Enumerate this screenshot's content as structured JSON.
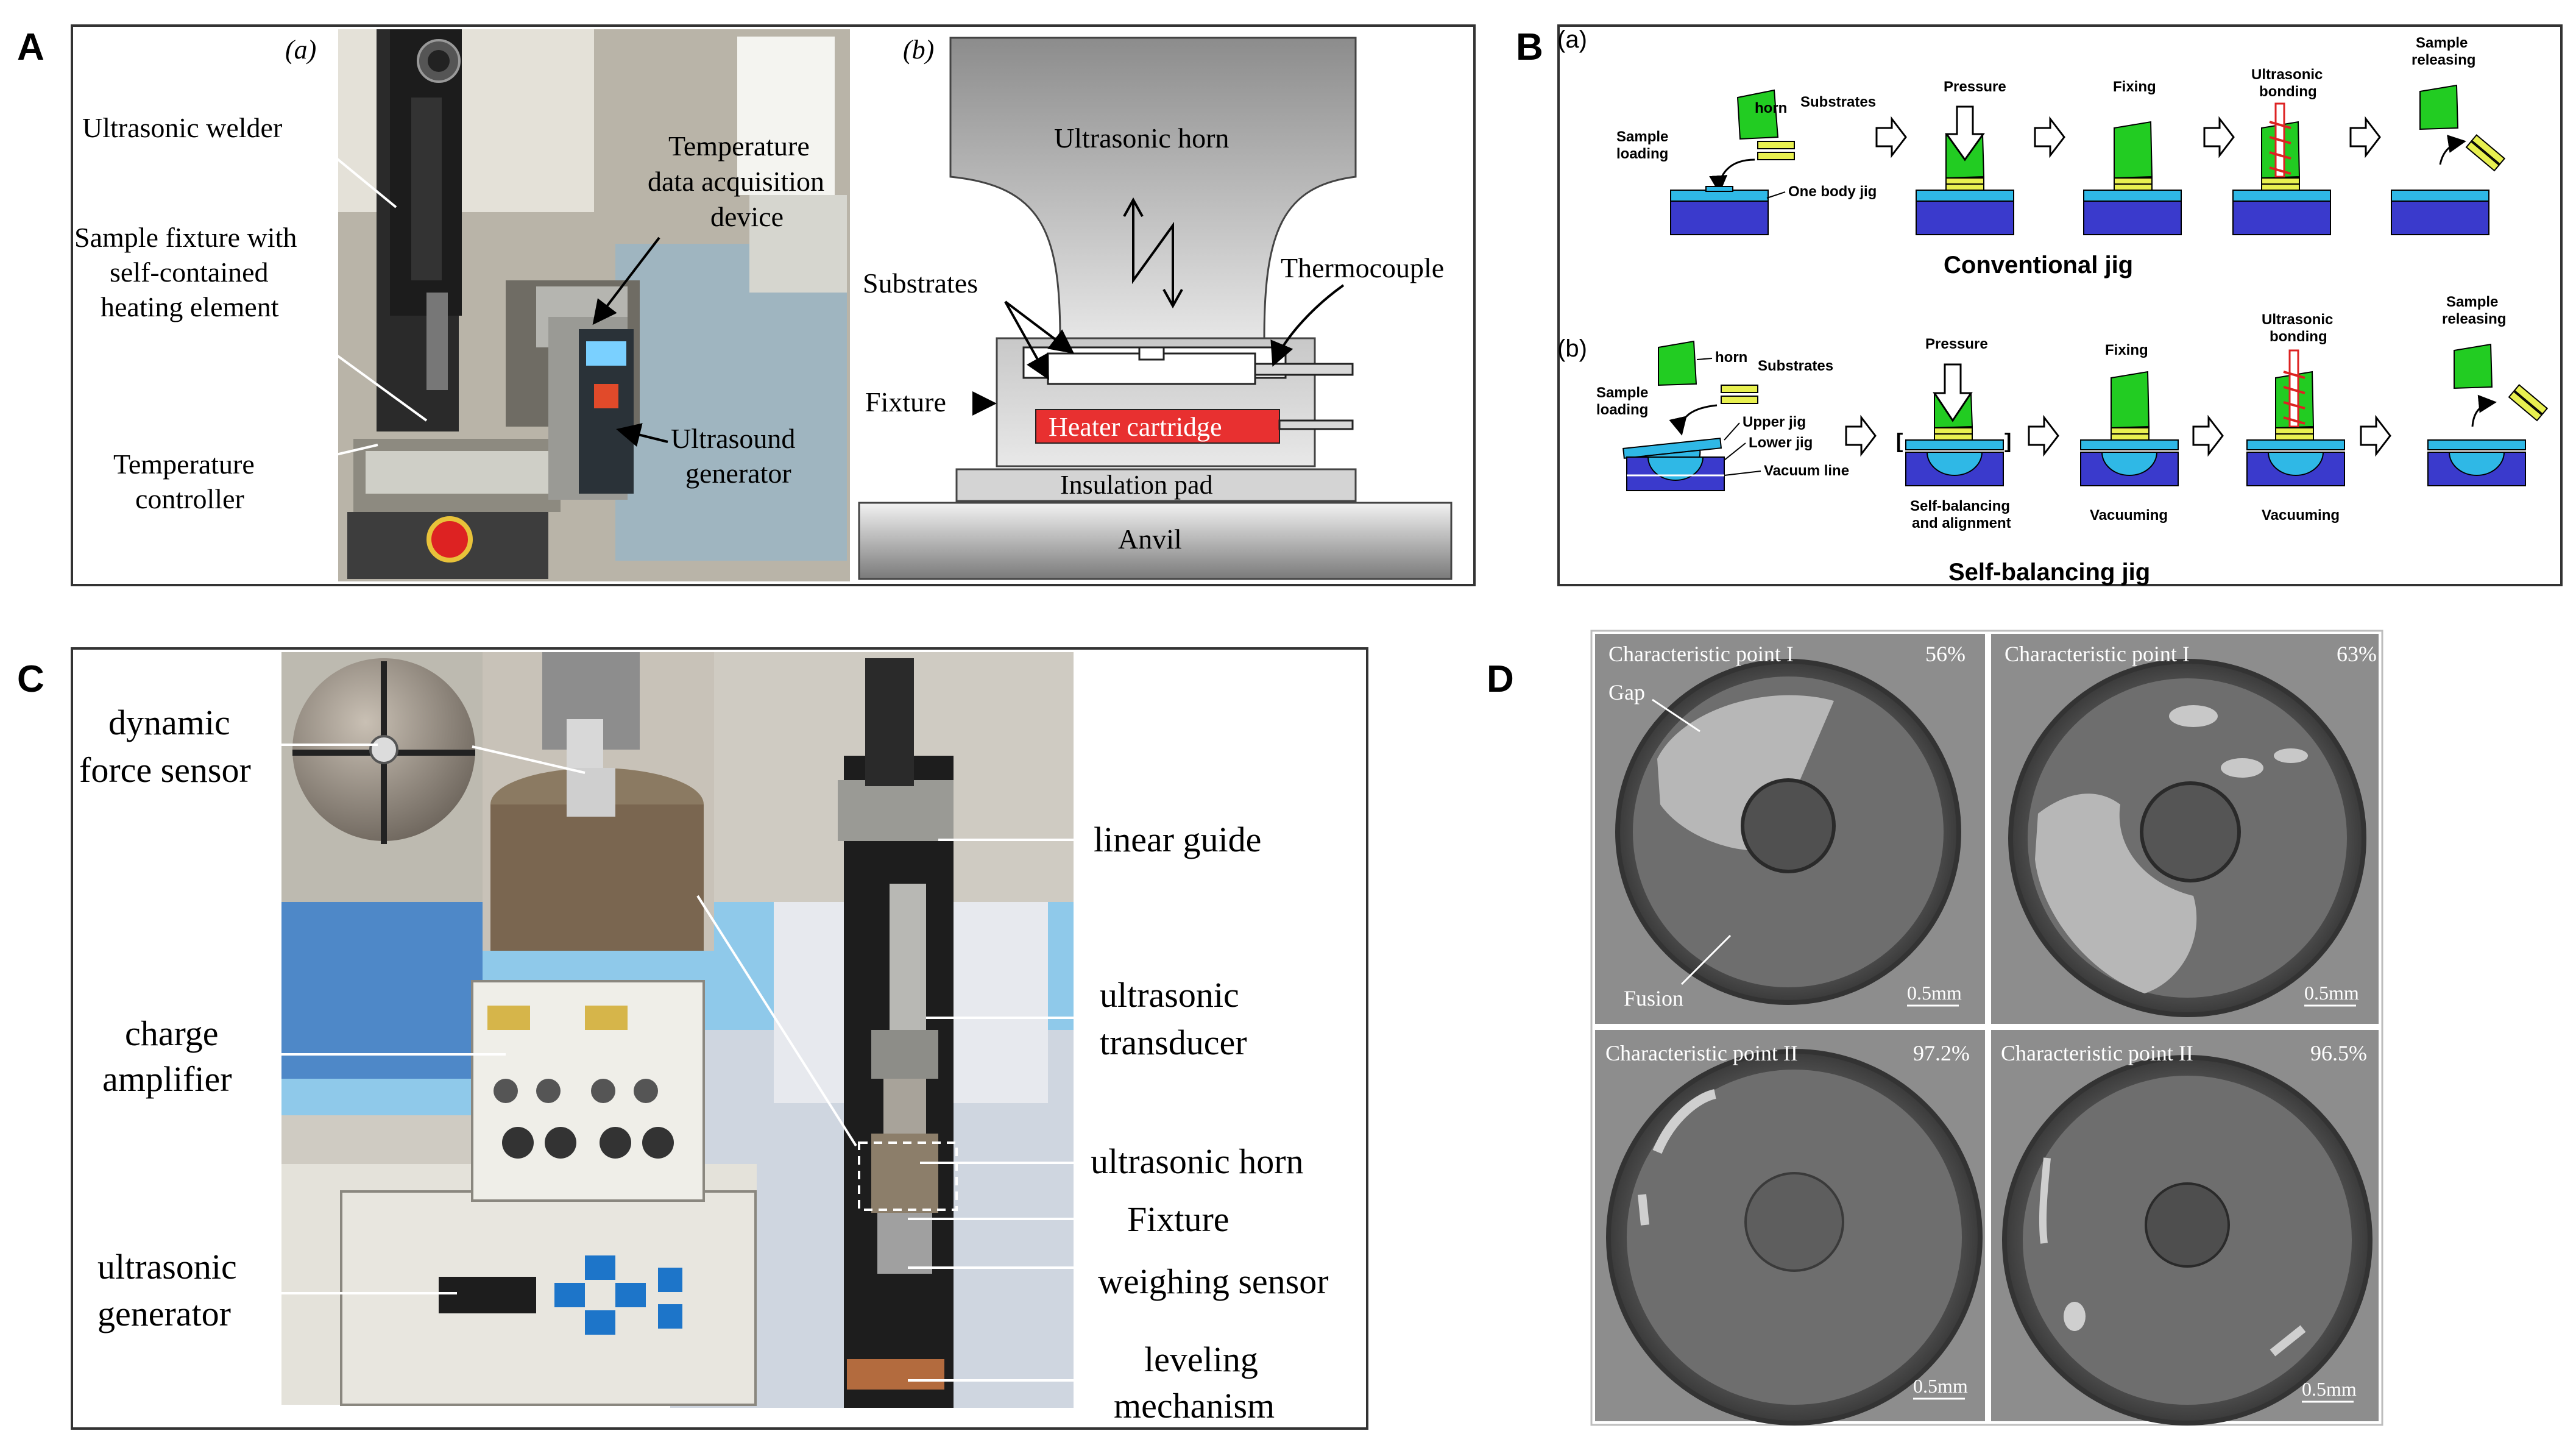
{
  "panel_letters": {
    "a": "A",
    "b": "B",
    "c": "C",
    "d": "D"
  },
  "panel_a": {
    "sub_a": "(a)",
    "sub_b": "(b)",
    "labels": {
      "welder": "Ultrasonic welder",
      "fixture_line1": "Sample fixture with",
      "fixture_line2": "self-contained",
      "fixture_line3": "heating element",
      "tc_line1": "Temperature",
      "tc_line2": "controller",
      "daq_line1": "Temperature",
      "daq_line2": "data acquisition",
      "daq_line3": "device",
      "gen_line1": "Ultrasound",
      "gen_line2": "generator"
    },
    "schematic": {
      "horn": "Ultrasonic horn",
      "substrates": "Substrates",
      "thermocouple": "Thermocouple",
      "fixture": "Fixture",
      "heater": "Heater cartridge",
      "insulation": "Insulation pad",
      "anvil": "Anvil"
    }
  },
  "panel_b": {
    "sub_a": "(a)",
    "sub_b": "(b)",
    "conv": {
      "sample_loading_1": "Sample",
      "sample_loading_2": "loading",
      "horn": "horn",
      "substrates": "Substrates",
      "one_body_jig": "One body jig",
      "pressure": "Pressure",
      "fixing": "Fixing",
      "ultrasonic_1": "Ultrasonic",
      "ultrasonic_2": "bonding",
      "release_1": "Sample",
      "release_2": "releasing",
      "title": "Conventional jig"
    },
    "self": {
      "sample_loading_1": "Sample",
      "sample_loading_2": "loading",
      "horn": "horn",
      "substrates": "Substrates",
      "upper_jig": "Upper jig",
      "lower_jig": "Lower jig",
      "vacuum_line": "Vacuum line",
      "pressure": "Pressure",
      "fixing": "Fixing",
      "ultrasonic_1": "Ultrasonic",
      "ultrasonic_2": "bonding",
      "release_1": "Sample",
      "release_2": "releasing",
      "sba_1": "Self-balancing",
      "sba_2": "and alignment",
      "vacuuming_1": "Vacuuming",
      "vacuuming_2": "Vacuuming",
      "title": "Self-balancing jig"
    }
  },
  "panel_c": {
    "dyn_1": "dynamic",
    "dyn_2": "force sensor",
    "charge_1": "charge",
    "charge_2": "amplifier",
    "ugen_1": "ultrasonic",
    "ugen_2": "generator",
    "linear_guide": "linear guide",
    "transducer_1": "ultrasonic",
    "transducer_2": "transducer",
    "horn": "ultrasonic horn",
    "fixture": "Fixture",
    "weighing": "weighing sensor",
    "level_1": "leveling",
    "level_2": "mechanism"
  },
  "panel_d": {
    "tl_title": "Characteristic point I",
    "tl_pct": "56%",
    "tl_gap": "Gap",
    "tl_fusion": "Fusion",
    "tr_title": "Characteristic point I",
    "tr_pct": "63%",
    "bl_title": "Characteristic point II",
    "bl_pct": "97.2%",
    "br_title": "Characteristic point II",
    "br_pct": "96.5%",
    "scale": "0.5mm"
  },
  "colors": {
    "jig_blue": "#3a3acc",
    "jig_cyan": "#2fb8e6",
    "horn_green": "#22cc22",
    "substrate_yellow": "#e8f050",
    "heater_red": "#e83030",
    "photo_grey": "#5a5a5a"
  }
}
